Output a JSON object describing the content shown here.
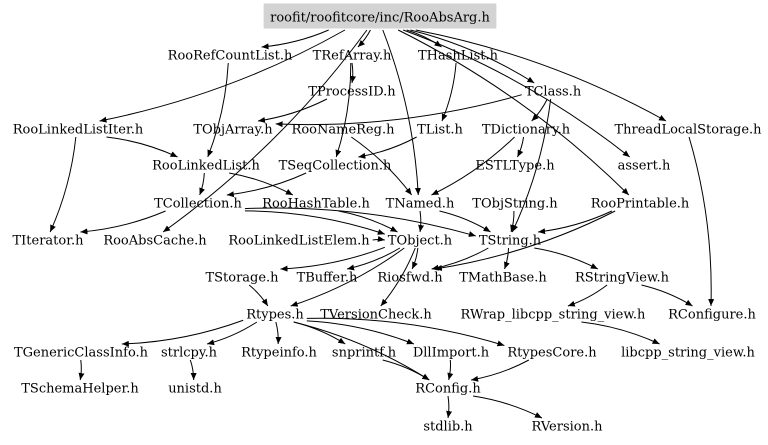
{
  "diagram": {
    "root": "roofit/roofitcore/inc/RooAbsArg.h",
    "nodes": [
      {
        "id": "root",
        "label": "roofit/roofitcore/inc/RooAbsArg.h"
      },
      {
        "id": "RooRefCountList",
        "label": "RooRefCountList.h"
      },
      {
        "id": "TRefArray",
        "label": "TRefArray.h"
      },
      {
        "id": "THashList",
        "label": "THashList.h"
      },
      {
        "id": "TProcessID",
        "label": "TProcessID.h"
      },
      {
        "id": "TClass",
        "label": "TClass.h"
      },
      {
        "id": "RooLinkedListIter",
        "label": "RooLinkedListIter.h"
      },
      {
        "id": "TObjArray",
        "label": "TObjArray.h"
      },
      {
        "id": "RooNameReg",
        "label": "RooNameReg.h"
      },
      {
        "id": "TList",
        "label": "TList.h"
      },
      {
        "id": "TDictionary",
        "label": "TDictionary.h"
      },
      {
        "id": "ThreadLocalStorage",
        "label": "ThreadLocalStorage.h"
      },
      {
        "id": "RooLinkedList",
        "label": "RooLinkedList.h"
      },
      {
        "id": "TSeqCollection",
        "label": "TSeqCollection.h"
      },
      {
        "id": "ESTLType",
        "label": "ESTLType.h"
      },
      {
        "id": "assert",
        "label": "assert.h"
      },
      {
        "id": "TCollection",
        "label": "TCollection.h"
      },
      {
        "id": "RooHashTable",
        "label": "RooHashTable.h"
      },
      {
        "id": "TNamed",
        "label": "TNamed.h"
      },
      {
        "id": "TObjString",
        "label": "TObjString.h"
      },
      {
        "id": "RooPrintable",
        "label": "RooPrintable.h"
      },
      {
        "id": "TIterator",
        "label": "TIterator.h"
      },
      {
        "id": "RooAbsCache",
        "label": "RooAbsCache.h"
      },
      {
        "id": "RooLinkedListElem",
        "label": "RooLinkedListElem.h"
      },
      {
        "id": "TObject",
        "label": "TObject.h"
      },
      {
        "id": "TString",
        "label": "TString.h"
      },
      {
        "id": "TStorage",
        "label": "TStorage.h"
      },
      {
        "id": "TBuffer",
        "label": "TBuffer.h"
      },
      {
        "id": "Riosfwd",
        "label": "Riosfwd.h"
      },
      {
        "id": "TMathBase",
        "label": "TMathBase.h"
      },
      {
        "id": "RStringView",
        "label": "RStringView.h"
      },
      {
        "id": "Rtypes",
        "label": "Rtypes.h"
      },
      {
        "id": "TVersionCheck",
        "label": "TVersionCheck.h"
      },
      {
        "id": "RWrap",
        "label": "RWrap_libcpp_string_view.h"
      },
      {
        "id": "RConfigure",
        "label": "RConfigure.h"
      },
      {
        "id": "TGenericClassInfo",
        "label": "TGenericClassInfo.h"
      },
      {
        "id": "strlcpy",
        "label": "strlcpy.h"
      },
      {
        "id": "Rtypeinfo",
        "label": "Rtypeinfo.h"
      },
      {
        "id": "snprintf",
        "label": "snprintf.h"
      },
      {
        "id": "DllImport",
        "label": "DllImport.h"
      },
      {
        "id": "RtypesCore",
        "label": "RtypesCore.h"
      },
      {
        "id": "libcpp_string_view",
        "label": "libcpp_string_view.h"
      },
      {
        "id": "TSchemaHelper",
        "label": "TSchemaHelper.h"
      },
      {
        "id": "unistd",
        "label": "unistd.h"
      },
      {
        "id": "RConfig",
        "label": "RConfig.h"
      },
      {
        "id": "stdlib",
        "label": "stdlib.h"
      },
      {
        "id": "RVersion",
        "label": "RVersion.h"
      }
    ],
    "edges": [
      [
        "root",
        "RooRefCountList"
      ],
      [
        "root",
        "TRefArray"
      ],
      [
        "root",
        "THashList"
      ],
      [
        "root",
        "RooLinkedListIter"
      ],
      [
        "root",
        "TNamed"
      ],
      [
        "root",
        "TClass"
      ],
      [
        "root",
        "RooPrintable"
      ],
      [
        "root",
        "ThreadLocalStorage"
      ],
      [
        "root",
        "assert"
      ],
      [
        "root",
        "RooAbsCache"
      ],
      [
        "RooRefCountList",
        "RooLinkedList"
      ],
      [
        "TRefArray",
        "TSeqCollection"
      ],
      [
        "TRefArray",
        "TProcessID"
      ],
      [
        "THashList",
        "TList"
      ],
      [
        "TProcessID",
        "TObjArray"
      ],
      [
        "TClass",
        "TObjArray"
      ],
      [
        "TClass",
        "TDictionary"
      ],
      [
        "TClass",
        "TString"
      ],
      [
        "RooLinkedListIter",
        "RooLinkedList"
      ],
      [
        "RooLinkedListIter",
        "TIterator"
      ],
      [
        "RooNameReg",
        "TNamed"
      ],
      [
        "TList",
        "TSeqCollection"
      ],
      [
        "TDictionary",
        "TNamed"
      ],
      [
        "TDictionary",
        "ESTLType"
      ],
      [
        "ThreadLocalStorage",
        "RConfigure"
      ],
      [
        "RooLinkedList",
        "TCollection"
      ],
      [
        "RooLinkedList",
        "RooHashTable"
      ],
      [
        "TSeqCollection",
        "TCollection"
      ],
      [
        "TCollection",
        "TIterator"
      ],
      [
        "TCollection",
        "TObject"
      ],
      [
        "TCollection",
        "TString"
      ],
      [
        "RooHashTable",
        "TObject"
      ],
      [
        "TNamed",
        "TObject"
      ],
      [
        "TNamed",
        "TString"
      ],
      [
        "TObjString",
        "TString"
      ],
      [
        "RooPrintable",
        "TString"
      ],
      [
        "RooPrintable",
        "Riosfwd"
      ],
      [
        "RooLinkedListElem",
        "TObject"
      ],
      [
        "TObject",
        "TStorage"
      ],
      [
        "TObject",
        "TBuffer"
      ],
      [
        "TObject",
        "Riosfwd"
      ],
      [
        "TObject",
        "Rtypes"
      ],
      [
        "TObject",
        "TVersionCheck"
      ],
      [
        "TString",
        "TMathBase"
      ],
      [
        "TString",
        "RStringView"
      ],
      [
        "TString",
        "Riosfwd"
      ],
      [
        "RStringView",
        "RWrap"
      ],
      [
        "RStringView",
        "RConfigure"
      ],
      [
        "RWrap",
        "libcpp_string_view"
      ],
      [
        "TStorage",
        "Rtypes"
      ],
      [
        "Rtypes",
        "TGenericClassInfo"
      ],
      [
        "Rtypes",
        "strlcpy"
      ],
      [
        "Rtypes",
        "Rtypeinfo"
      ],
      [
        "Rtypes",
        "snprintf"
      ],
      [
        "Rtypes",
        "DllImport"
      ],
      [
        "Rtypes",
        "RtypesCore"
      ],
      [
        "Rtypes",
        "RConfig"
      ],
      [
        "TGenericClassInfo",
        "TSchemaHelper"
      ],
      [
        "strlcpy",
        "unistd"
      ],
      [
        "snprintf",
        "RConfig"
      ],
      [
        "DllImport",
        "RConfig"
      ],
      [
        "RtypesCore",
        "RConfig"
      ],
      [
        "RConfig",
        "stdlib"
      ],
      [
        "RConfig",
        "RVersion"
      ]
    ]
  }
}
